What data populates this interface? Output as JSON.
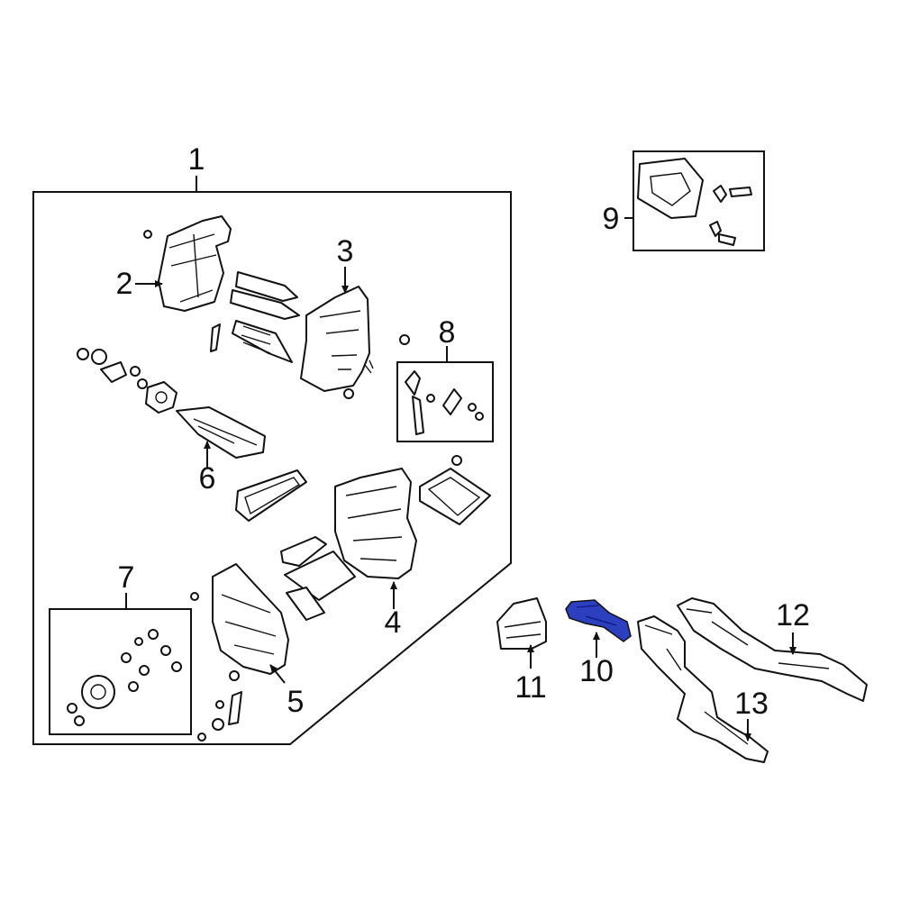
{
  "colors": {
    "line": "#111111",
    "background": "#ffffff",
    "highlight": "#2b3fbf"
  },
  "callouts": {
    "c1": "1",
    "c2": "2",
    "c3": "3",
    "c4": "4",
    "c5": "5",
    "c6": "6",
    "c7": "7",
    "c8": "8",
    "c9": "9",
    "c10": "10",
    "c11": "11",
    "c12": "12",
    "c13": "13"
  }
}
